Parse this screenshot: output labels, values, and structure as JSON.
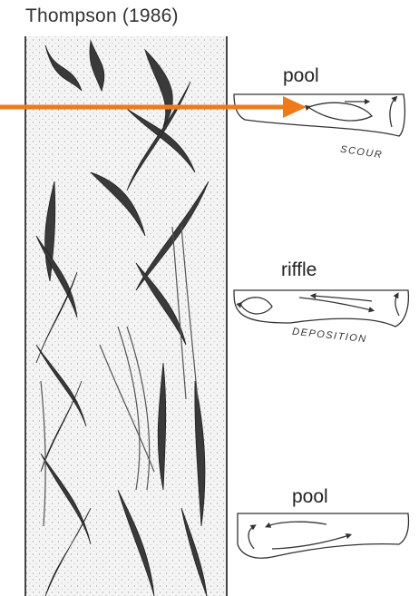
{
  "figure": {
    "title": "Thompson (1986)",
    "panels": [
      {
        "label": "pool",
        "note": "SCOUR"
      },
      {
        "label": "riffle",
        "note": "DEPOSITION"
      },
      {
        "label": "pool",
        "note": ""
      }
    ],
    "arrow_color": "#f07a1a",
    "ink_color": "#2a2a2a"
  }
}
